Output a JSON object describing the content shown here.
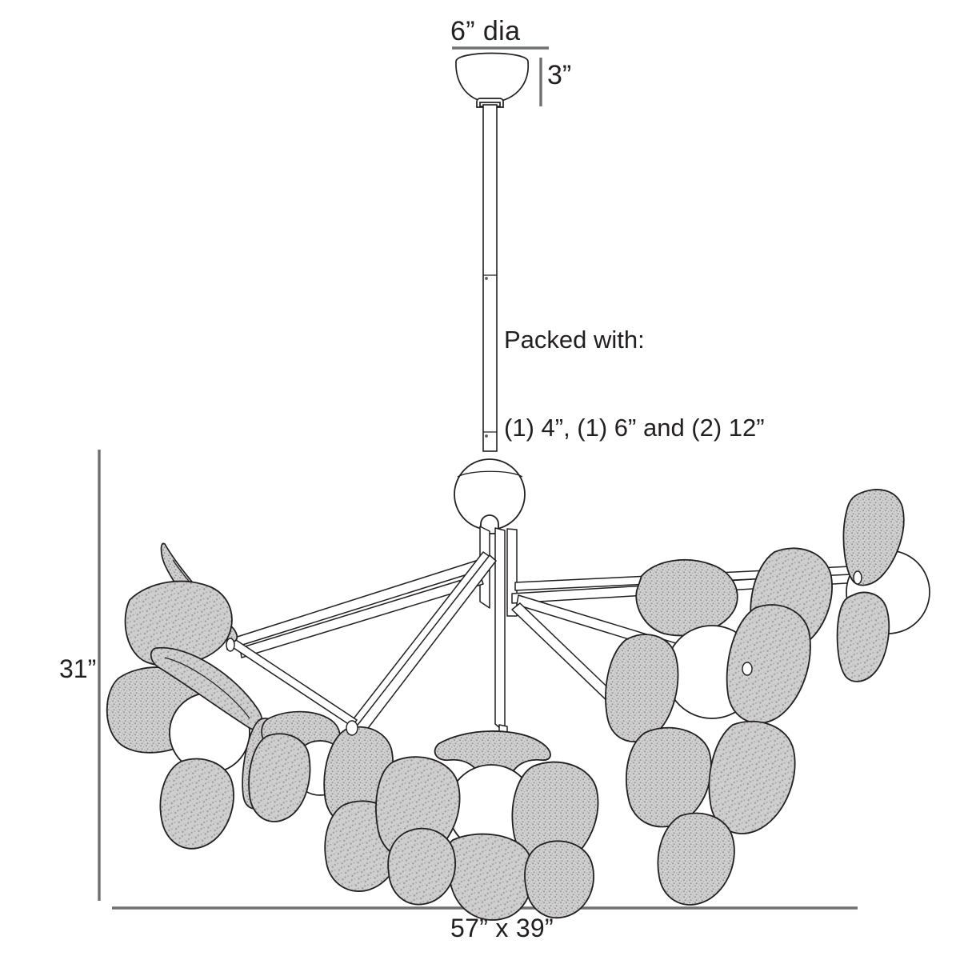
{
  "product": {
    "type": "chandelier-dimension-drawing",
    "view": "elevation"
  },
  "dimensions": {
    "canopy_diameter": "6” dia",
    "canopy_height": "3”",
    "fixture_height": "31”",
    "fixture_width_depth": "57” x 39”"
  },
  "notes": {
    "packed_line1": "Packed with:",
    "packed_line2": "(1) 4”, (1) 6” and (2) 12”"
  },
  "colors": {
    "background": "#ffffff",
    "outline": "#231f20",
    "dimension_line": "#6f7072",
    "leaf_fill": "#c9c9c9",
    "globe_fill": "#ffffff"
  },
  "parts": {
    "canopy": "ceiling-canopy-dome",
    "downrod": "downrod-stem",
    "hub": "center-sphere-hub",
    "arms": "radial-arms",
    "leaves": "stippled-leaf-petals",
    "globes": "white-glass-globes"
  }
}
